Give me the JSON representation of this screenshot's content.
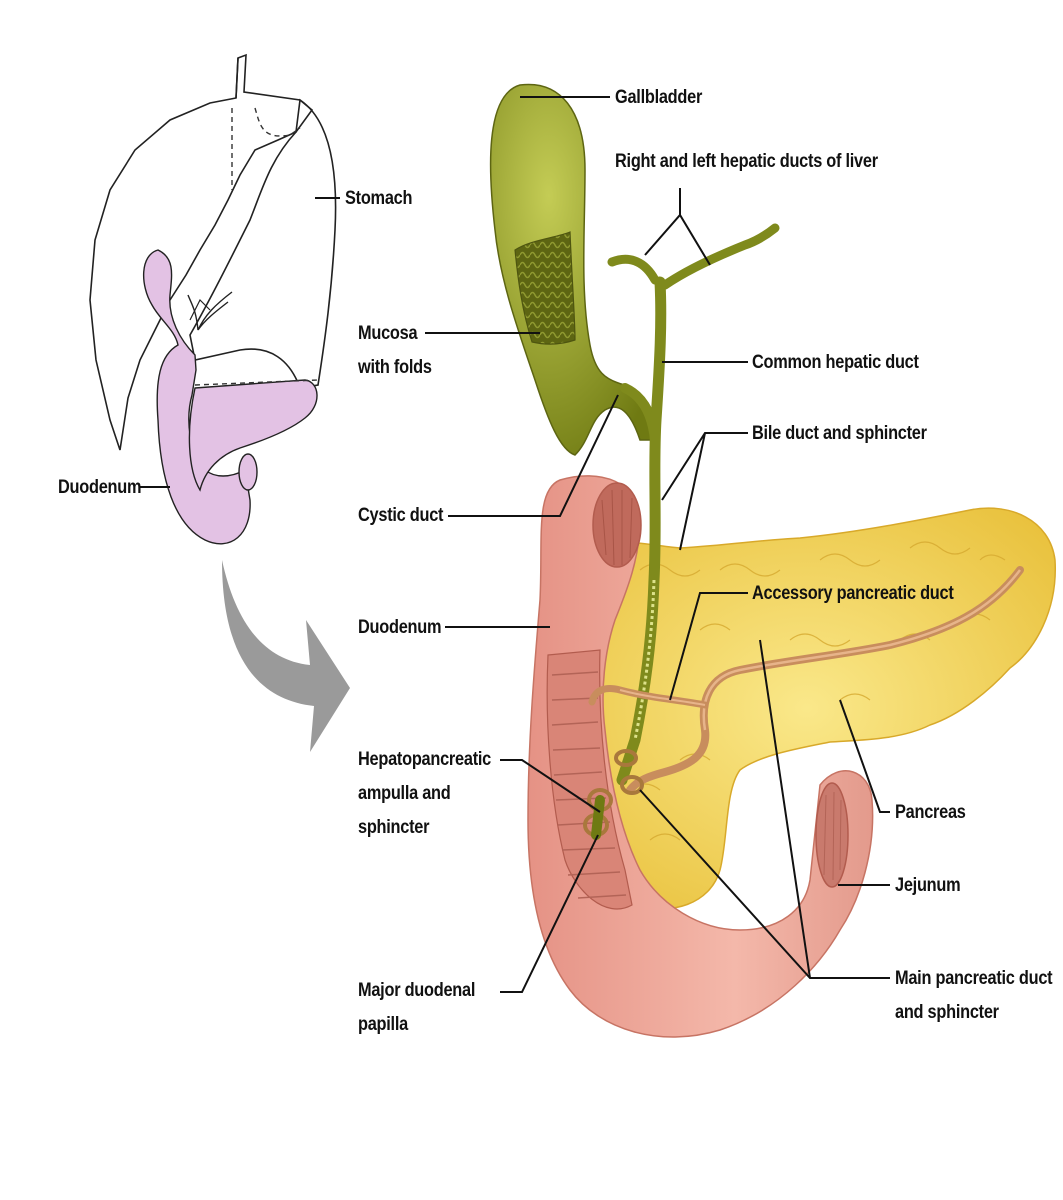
{
  "labels": {
    "gallbladder": "Gallbladder",
    "hepatic_ducts": "Right and left hepatic ducts of liver",
    "stomach": "Stomach",
    "mucosa_1": "Mucosa",
    "mucosa_2": "with folds",
    "common_hepatic": "Common hepatic duct",
    "bile_duct": "Bile duct and sphincter",
    "duodenum_small": "Duodenum",
    "cystic_duct": "Cystic duct",
    "accessory_duct": "Accessory pancreatic duct",
    "duodenum": "Duodenum",
    "ampulla_1": "Hepatopancreatic",
    "ampulla_2": "ampulla and",
    "ampulla_3": "sphincter",
    "pancreas": "Pancreas",
    "jejunum": "Jejunum",
    "papilla_1": "Major duodenal",
    "papilla_2": "papilla",
    "main_duct_1": "Main pancreatic duct",
    "main_duct_2": "and sphincter"
  },
  "colors": {
    "gallbladder": "#8a9420",
    "duct": "#7f8a1c",
    "duodenum": "#eba497",
    "pancreas": "#f5d75a",
    "pancreatic_duct": "#c88d5d",
    "inset_duodenum": "#e3c2e4",
    "arrow": "#9a9a9a"
  }
}
